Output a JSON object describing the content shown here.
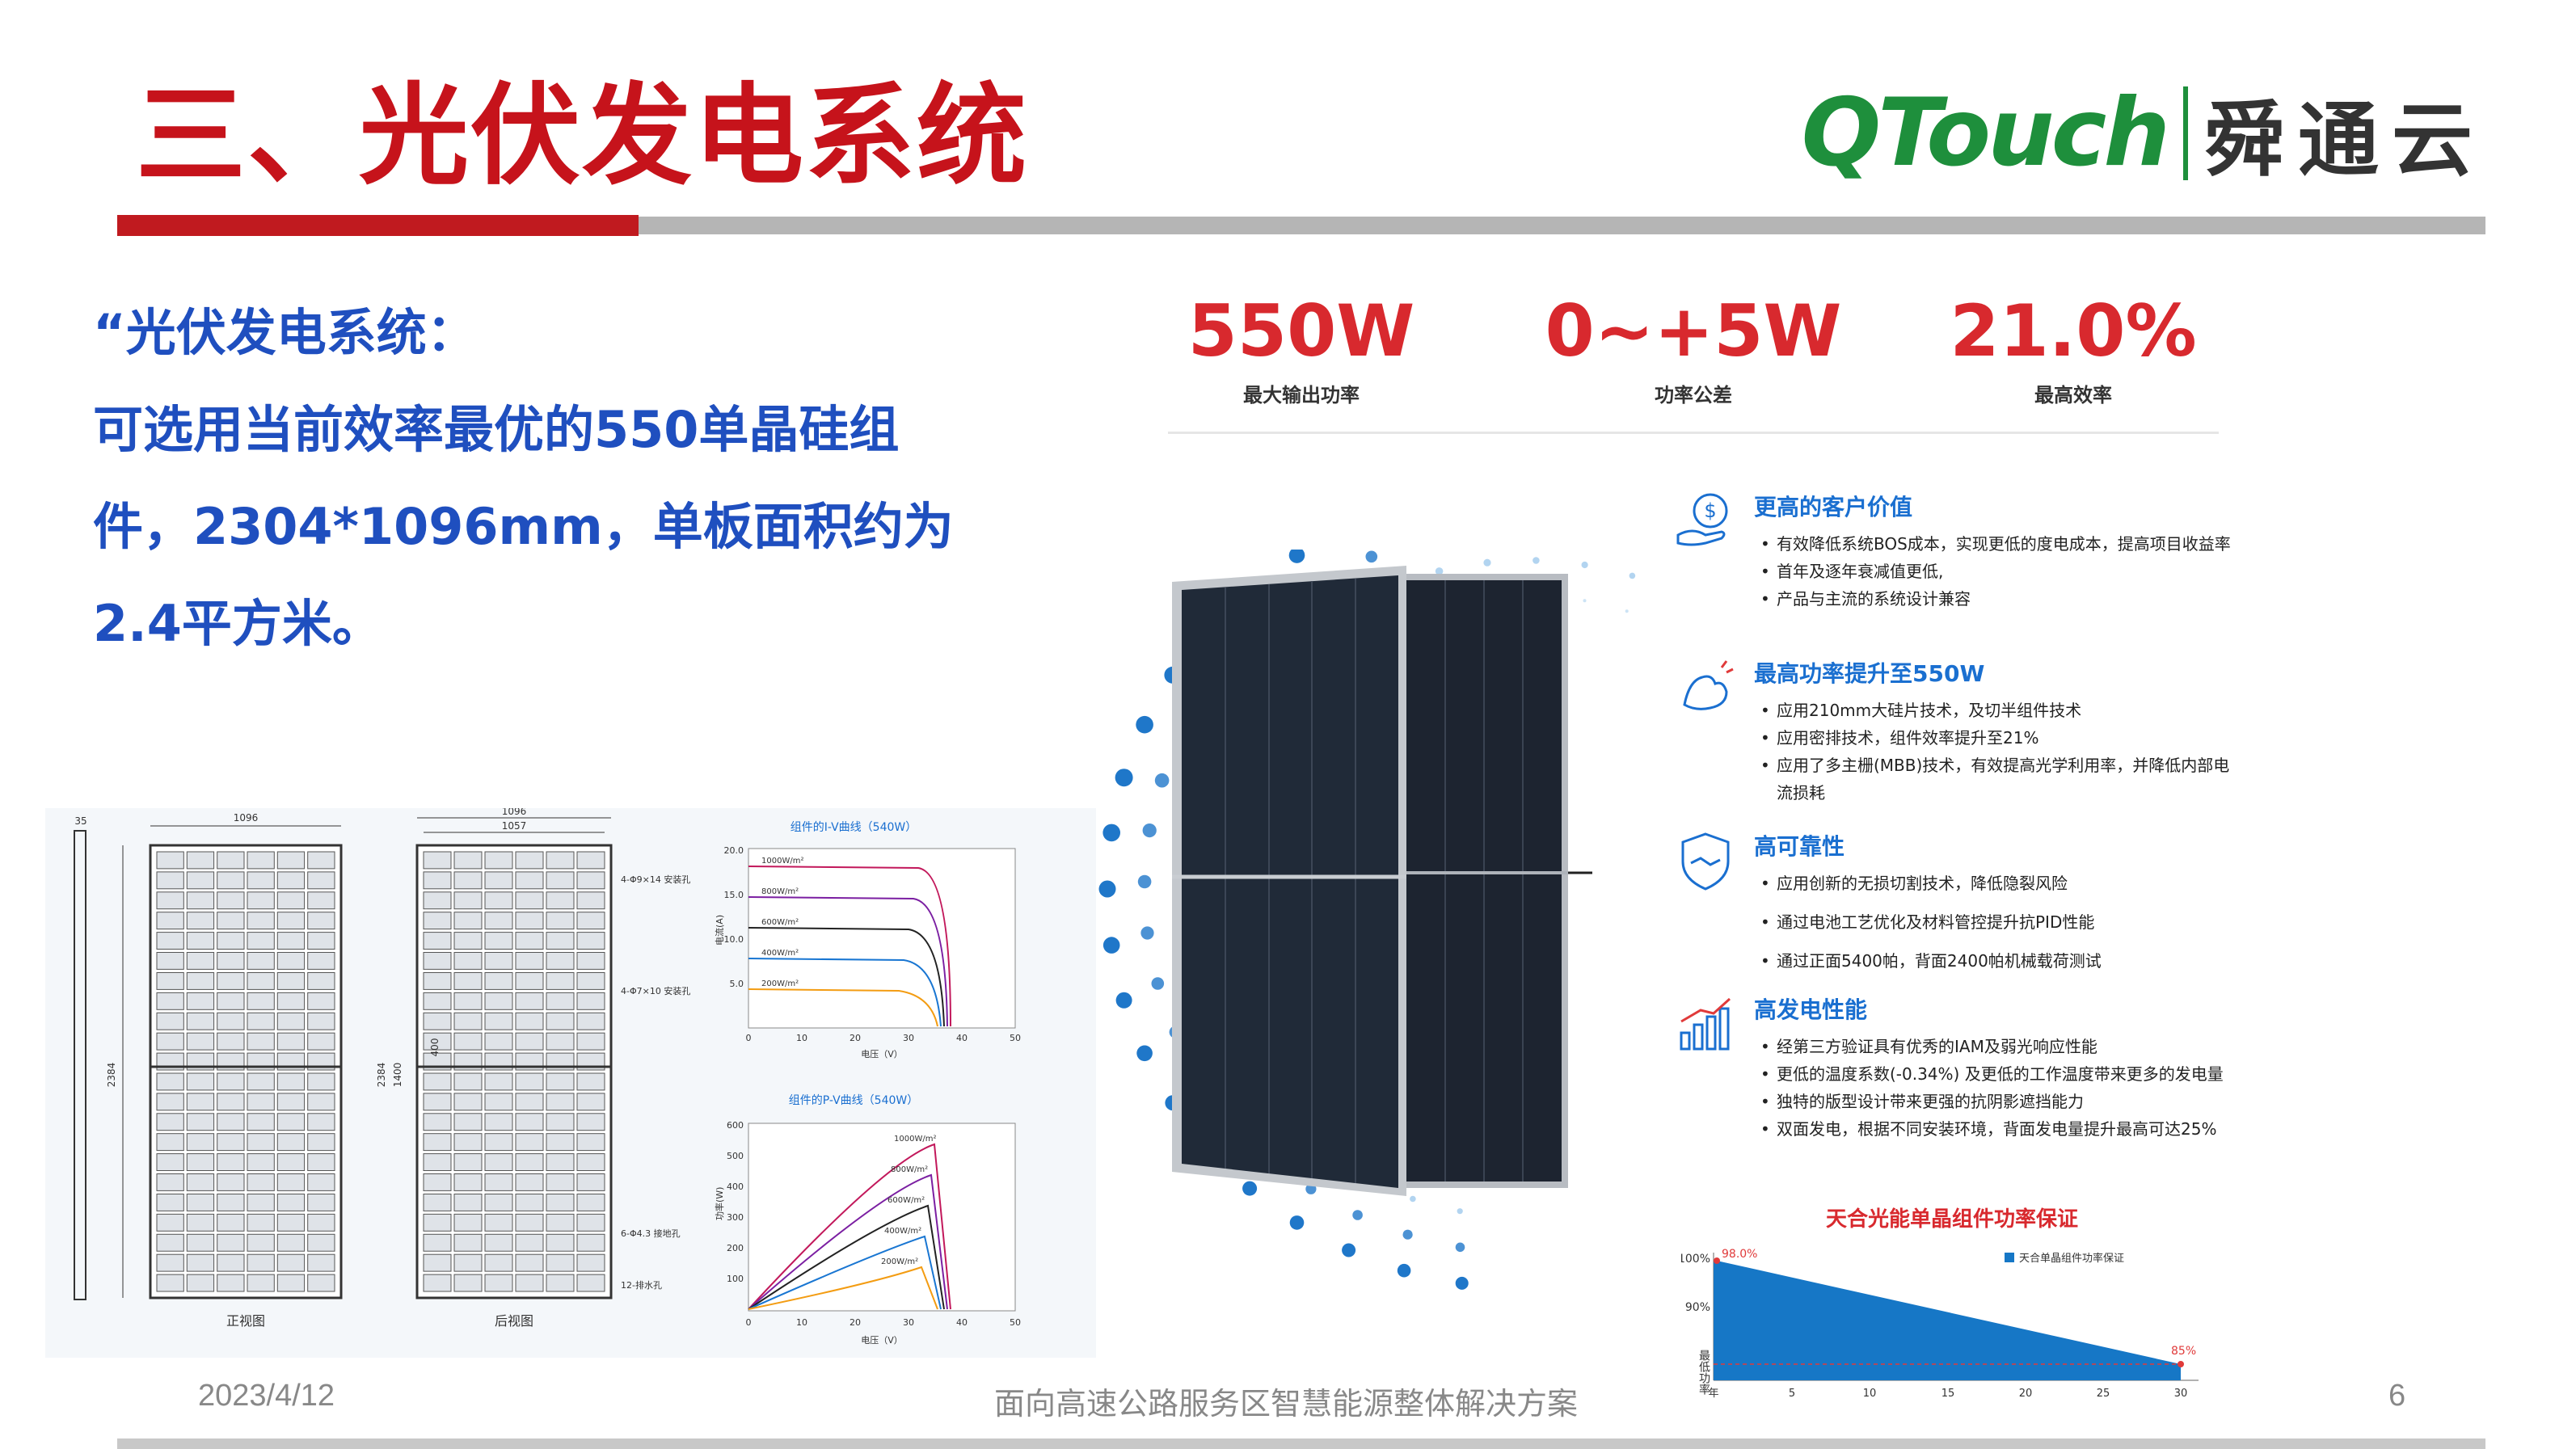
{
  "slide": {
    "title": "三、光伏发电系统",
    "logo_text": "QTouch",
    "logo_cn": "舜通云",
    "body_line1": "“光伏发电系统：",
    "body_line2": "可选用当前效率最优的550单晶硅组",
    "body_line3": "件，2304*1096mm，单板面积约为",
    "body_line4": "2.4平方米。"
  },
  "stats": [
    {
      "value": "550W",
      "label": "最大输出功率"
    },
    {
      "value": "0~+5W",
      "label": "功率公差"
    },
    {
      "value": "21.0%",
      "label": "最高效率"
    }
  ],
  "features": [
    {
      "title": "更高的客户价值",
      "icon": "dollar-hand-icon",
      "items": [
        "有效降低系统BOS成本，实现更低的度电成本，提高项目收益率",
        "首年及逐年衰减值更低,",
        "产品与主流的系统设计兼容"
      ]
    },
    {
      "title": "最高功率提升至550W",
      "icon": "muscle-arm-icon",
      "items": [
        "应用210mm大硅片技术，及切半组件技术",
        "应用密排技术，组件效率提升至21%",
        "应用了多主栅(MBB)技术，有效提高光学利用率，并降低内部电流损耗"
      ]
    },
    {
      "title": "高可靠性",
      "icon": "shield-handshake-icon",
      "items": [
        "应用创新的无损切割技术，降低隐裂风险",
        "通过电池工艺优化及材料管控提升抗PID性能",
        "通过正面5400帕，背面2400帕机械载荷测试"
      ]
    },
    {
      "title": "高发电性能",
      "icon": "bar-chart-icon",
      "items": [
        "经第三方验证具有优秀的IAM及弱光响应性能",
        "更低的温度系数(-0.34%) 及更低的工作温度带来更多的发电量",
        "独特的版型设计带来更强的抗阴影遮挡能力",
        "双面发电，根据不同安装环境，背面发电量提升最高可达25%"
      ]
    }
  ],
  "warranty": {
    "title": "天合光能单晶组件功率保证",
    "legend": "天合单晶组件功率保证",
    "y_ticks": [
      "100%",
      "90%"
    ],
    "y_label": "最低功率",
    "start_label": "98.0%",
    "end_label": "85%",
    "x_ticks": [
      "年",
      "5",
      "10",
      "15",
      "20",
      "25",
      "30"
    ]
  },
  "drawing": {
    "front_label": "正视图",
    "back_label": "后视图",
    "dim_width": "1096",
    "dim_inner": "1057",
    "dim_height": "2384",
    "dim_thick": "35",
    "dim_mid": "1400",
    "dim_400": "400",
    "hole1": "4-Φ9×14 安装孔",
    "hole2": "4-Φ7×10 安装孔",
    "hole3": "6-Φ4.3 接地孔",
    "hole4": "12-排水孔",
    "iv_title": "组件的I-V曲线（540W）",
    "iv_ylabel": "电流(A)",
    "iv_xlabel": "电压（V）",
    "iv_yticks": [
      "20.0",
      "15.0",
      "10.0",
      "5.0"
    ],
    "pv_title": "组件的P-V曲线（540W）",
    "pv_ylabel": "功率(W)",
    "pv_xlabel": "电压（V）",
    "pv_yticks": [
      "600",
      "500",
      "400",
      "300",
      "200",
      "100"
    ],
    "x_ticks": [
      "0",
      "10",
      "20",
      "30",
      "40",
      "50"
    ],
    "irr": [
      "1000W/m²",
      "800W/m²",
      "600W/m²",
      "400W/m²",
      "200W/m²"
    ]
  },
  "footer": {
    "date": "2023/4/12",
    "title": "面向高速公路服务区智慧能源整体解决方案",
    "page": "6"
  },
  "colors": {
    "title_red": "#c6131b",
    "body_blue": "#1f4fbf",
    "logo_green": "#1e8f3c",
    "stat_red": "#d8292e",
    "feature_blue": "#1a6fd0"
  }
}
